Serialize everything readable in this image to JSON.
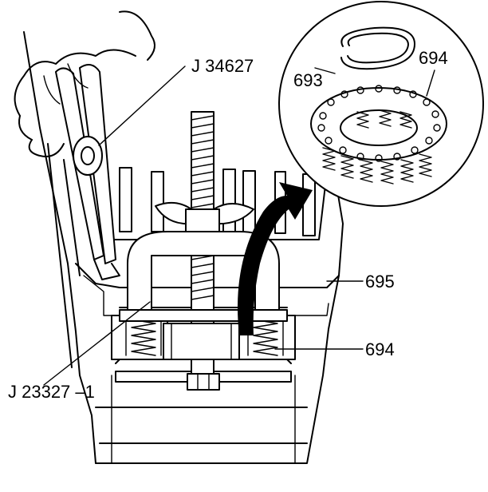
{
  "labels": {
    "tool_pliers": "J 34627",
    "tool_compressor": "J 23327 –1",
    "part_snap_ring": "693",
    "part_spring_assembly_detail": "694",
    "part_spring_assembly": "694",
    "part_housing": "695"
  }
}
